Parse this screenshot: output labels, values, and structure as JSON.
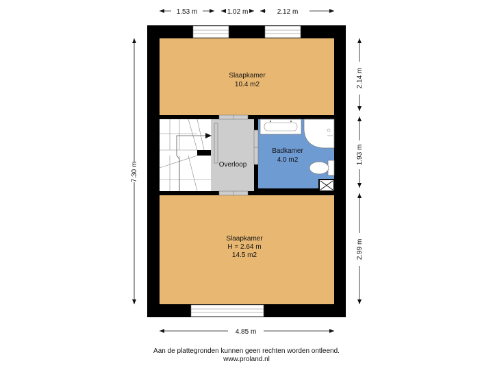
{
  "dimensions": {
    "top_1": "1.53 m",
    "top_2": "1.02 m",
    "top_3": "2.12 m",
    "right_1": "2.14 m",
    "right_2": "1.93 m",
    "right_3": "2.99 m",
    "left": "7.30 m",
    "bottom": "4.85 m"
  },
  "rooms": {
    "slaapkamer_top": {
      "name": "Slaapkamer",
      "area": "10.4 m2"
    },
    "overloop": {
      "name": "Overloop"
    },
    "badkamer": {
      "name": "Badkamer",
      "area": "4.0 m2"
    },
    "slaapkamer_bottom": {
      "name": "Slaapkamer",
      "height": "H = 2.64 m",
      "area": "14.5 m2"
    }
  },
  "colors": {
    "bedroom": "#E8B872",
    "bathroom": "#6F9BD3",
    "landing": "#CDCDCD",
    "wall": "#000000"
  },
  "footer": {
    "disclaimer": "Aan de plattegronden kunnen geen rechten worden ontleend.",
    "url": "www.proland.nl"
  }
}
